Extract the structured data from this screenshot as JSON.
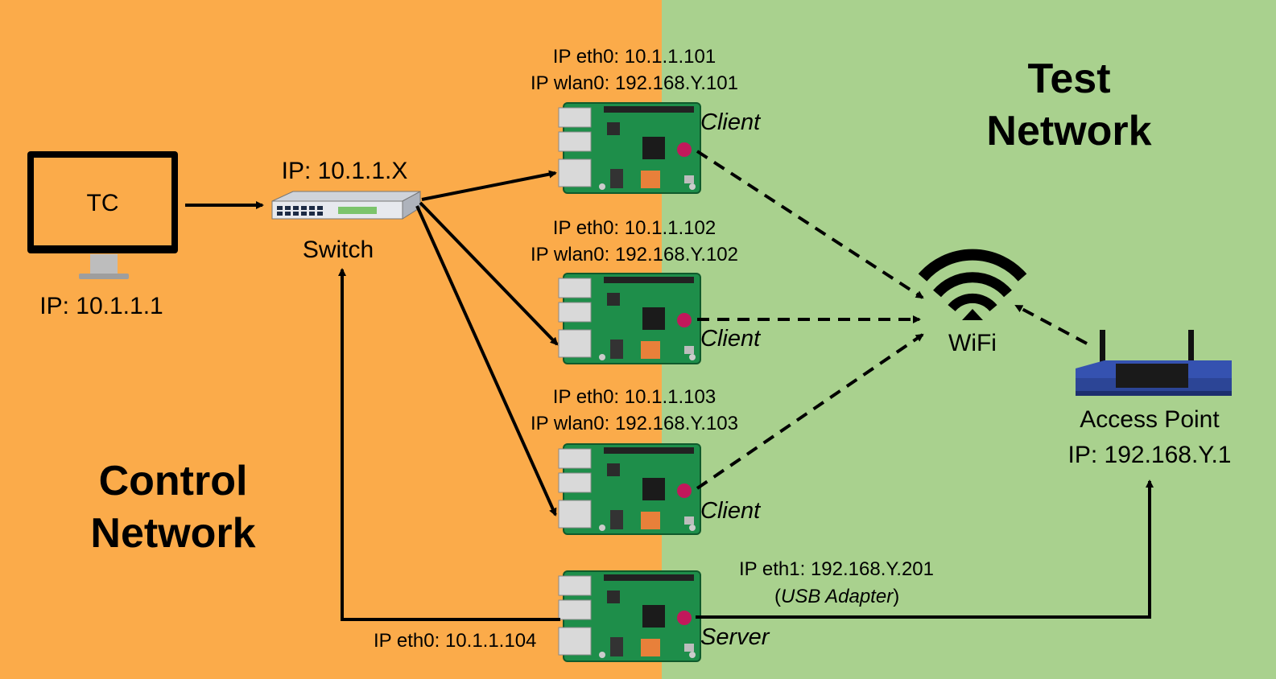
{
  "colors": {
    "control_bg": "#FBAB4A",
    "test_bg": "#A9D18E",
    "pcb": "#1E8E4A",
    "line": "#000000",
    "router": "#2F4FA0"
  },
  "regions": {
    "control": {
      "title_line1": "Control",
      "title_line2": "Network"
    },
    "test": {
      "title_line1": "Test",
      "title_line2": "Network"
    }
  },
  "tc": {
    "label": "TC",
    "ip": "IP: 10.1.1.1",
    "icon": "monitor-icon"
  },
  "switch": {
    "label": "Switch",
    "ip": "IP: 10.1.1.X",
    "icon": "network-switch-icon"
  },
  "clients": [
    {
      "eth0": "IP eth0: 10.1.1.101",
      "wlan0": "IP wlan0: 192.168.Y.101",
      "role": "Client"
    },
    {
      "eth0": "IP eth0: 10.1.1.102",
      "wlan0": "IP wlan0: 192.168.Y.102",
      "role": "Client"
    },
    {
      "eth0": "IP eth0: 10.1.1.103",
      "wlan0": "IP wlan0: 192.168.Y.103",
      "role": "Client"
    }
  ],
  "server": {
    "role": "Server",
    "eth0": "IP eth0: 10.1.1.104",
    "eth1": "IP eth1: 192.168.Y.201",
    "eth1_paren_open": "(",
    "eth1_note": "USB Adapter",
    "eth1_paren_close": ")"
  },
  "wifi": {
    "label": "WiFi",
    "icon": "wifi-icon"
  },
  "access_point": {
    "label": "Access Point",
    "ip": "IP: 192.168.Y.1",
    "icon": "router-icon"
  },
  "edges": [
    {
      "from": "TC",
      "to": "Switch",
      "style": "solid"
    },
    {
      "from": "Switch",
      "to": "Client 1",
      "style": "solid"
    },
    {
      "from": "Switch",
      "to": "Client 2",
      "style": "solid"
    },
    {
      "from": "Switch",
      "to": "Client 3",
      "style": "solid"
    },
    {
      "from": "Server",
      "to": "Switch",
      "style": "solid"
    },
    {
      "from": "Server",
      "to": "Access Point",
      "style": "solid"
    },
    {
      "from": "Client 1",
      "to": "WiFi",
      "style": "dashed"
    },
    {
      "from": "Client 2",
      "to": "WiFi",
      "style": "dashed"
    },
    {
      "from": "Client 3",
      "to": "WiFi",
      "style": "dashed"
    },
    {
      "from": "Access Point",
      "to": "WiFi",
      "style": "dashed"
    }
  ]
}
